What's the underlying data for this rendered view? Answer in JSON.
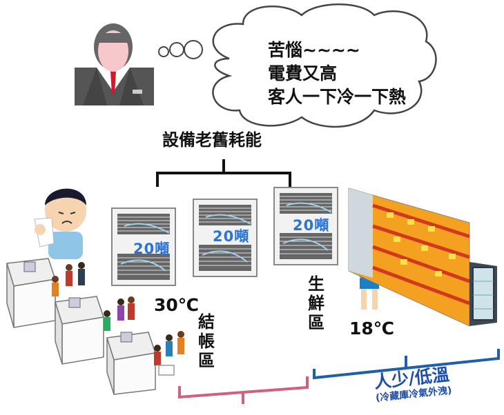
{
  "thought": {
    "lines": [
      "苦惱~~~~",
      "電費又高",
      "客人一下冷一下熱"
    ]
  },
  "equipment_label": "設備老舊耗能",
  "ac_units": [
    {
      "label": "20噸"
    },
    {
      "label": "20噸"
    },
    {
      "label": "20噸"
    }
  ],
  "checkout": {
    "temperature": "30℃",
    "zone_chars": [
      "結",
      "帳",
      "區"
    ]
  },
  "fresh": {
    "zone_chars": [
      "生",
      "鮮",
      "區"
    ],
    "temperature": "18℃"
  },
  "bottom": {
    "main": "人少/低溫",
    "sub": "(冷藏庫冷氣外洩)"
  },
  "colors": {
    "ac_text": "#2a73d9",
    "pink_bracket": "#d0607f",
    "blue_bracket": "#1d5fa8",
    "bottom_text": "#1d4ea8"
  }
}
